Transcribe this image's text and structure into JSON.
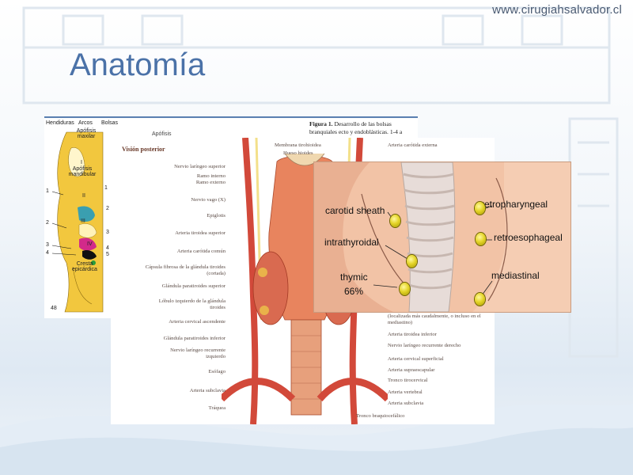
{
  "header": {
    "site_url": "www.cirugiahsalvador.cl",
    "title": "Anatomía"
  },
  "figure_embryology": {
    "columns": [
      "Hendiduras",
      "Arcos",
      "Bolsas"
    ],
    "apofisis_maxilar": "Apófisis maxilar",
    "apofisis_mandibular": "Apófisis mandibular",
    "cresta_epicardica": "Cresta epicárdica",
    "roman": [
      "I",
      "II",
      "III",
      "IV"
    ],
    "numbers_left": [
      "1",
      "2",
      "3",
      "4"
    ],
    "numbers_right": [
      "1",
      "2",
      "3",
      "4",
      "5"
    ],
    "corner": "48",
    "caption_bold": "Figura 1.",
    "caption_text": "Desarrollo de las bolsas branquiales ecto y endoblásticas. 1-4 a"
  },
  "figure_posterior": {
    "apofisis": "Apófisis",
    "heading": "Visión posterior",
    "left_labels": [
      "Nervio laríngeo superior",
      "Ramo interno",
      "Ramo externo",
      "Nervio vago (X)",
      "Epiglotis",
      "Arteria tiroidea superior",
      "Arteria carótida común",
      "Cápsula fibrosa de la glándula tiroides (cortada)",
      "Glándula paratiroides superior",
      "Lóbulo izquierdo de la glándula tiroides",
      "Arteria cervical ascendente",
      "Glándula paratiroides inferior",
      "Nervio laríngeo recurrente izquierdo",
      "Esófago",
      "Arteria subclavia",
      "Tráquea"
    ],
    "right_labels": [
      "Membrana tirohioidea",
      "Hueso hioides",
      "Arteria carótida externa",
      "(localizada más caudalmente, o incluso en el mediastino)",
      "Arteria tiroidea inferior",
      "Nervio laríngeo recurrente derecho",
      "Arteria cervical superficial",
      "Arteria supraescapular",
      "Tronco tirocervical",
      "Arteria vertebral",
      "Arteria subclavia",
      "Tronco braquiocefálico"
    ]
  },
  "figure_locations": {
    "labels": {
      "carotid_sheath": "carotid sheath",
      "intrathyroidal": "intrathyroidal",
      "thymic": "thymic",
      "thymic_pct": "66%",
      "retropharyngeal": "retropharyngeal",
      "retroesophageal": "retroesophageal",
      "mediastinal": "mediastinal"
    }
  }
}
